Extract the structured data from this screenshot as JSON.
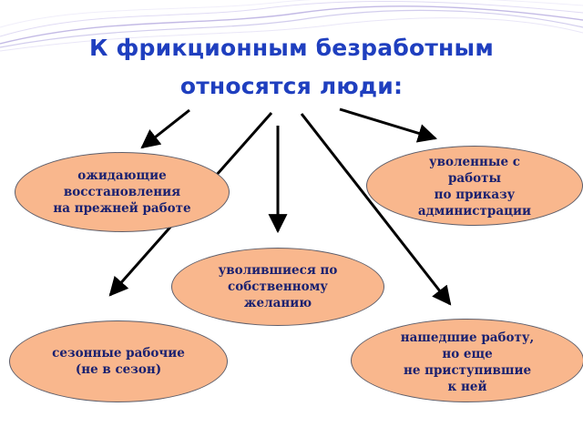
{
  "title": {
    "line1": "К фрикционным безработным",
    "line2": "относятся люди:"
  },
  "nodes": {
    "waiting": {
      "lines": [
        "ожидающие",
        "восстановления",
        "на прежней работе"
      ]
    },
    "dismissed": {
      "lines": [
        "уволенные с",
        "работы",
        "по приказу",
        "администрации"
      ]
    },
    "voluntary": {
      "lines": [
        "уволившиеся по",
        "собственному",
        "желанию"
      ]
    },
    "seasonal": {
      "lines": [
        "сезонные рабочие",
        "(не в сезон)"
      ]
    },
    "found": {
      "lines": [
        "нашедшие работу,",
        "но еще",
        "не приступившие",
        "к ней"
      ]
    }
  },
  "colors": {
    "title": "#1f3fbf",
    "node_fill": "#f9b78d",
    "node_border": "#5e5e6a",
    "node_text": "#1a2170",
    "arrow": "#000000",
    "decoration": "#b9aee0"
  }
}
